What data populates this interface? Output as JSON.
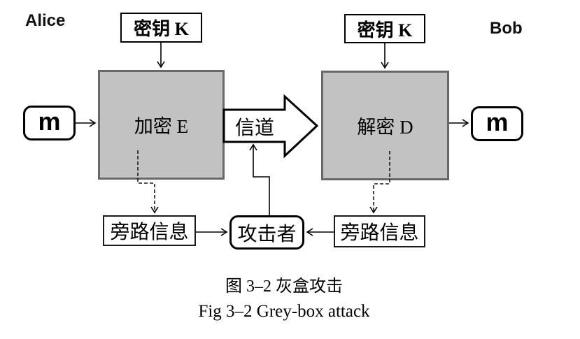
{
  "diagram": {
    "alice_label": "Alice",
    "bob_label": "Bob",
    "key_left_label": "密钥 K",
    "key_right_label": "密钥 K",
    "message_left_label": "m",
    "message_right_label": "m",
    "encrypt_label": "加密 E",
    "decrypt_label": "解密 D",
    "channel_label": "信道",
    "side_info_left_label": "旁路信息",
    "side_info_right_label": "旁路信息",
    "attacker_label": "攻击者"
  },
  "caption": {
    "zh": "图 3–2 灰盒攻击",
    "en": "Fig 3–2 Grey-box attack"
  },
  "colors": {
    "background": "#ffffff",
    "grey_box_fill": "#c2c2c2",
    "grey_box_border": "#686868",
    "line_color": "#000000"
  }
}
